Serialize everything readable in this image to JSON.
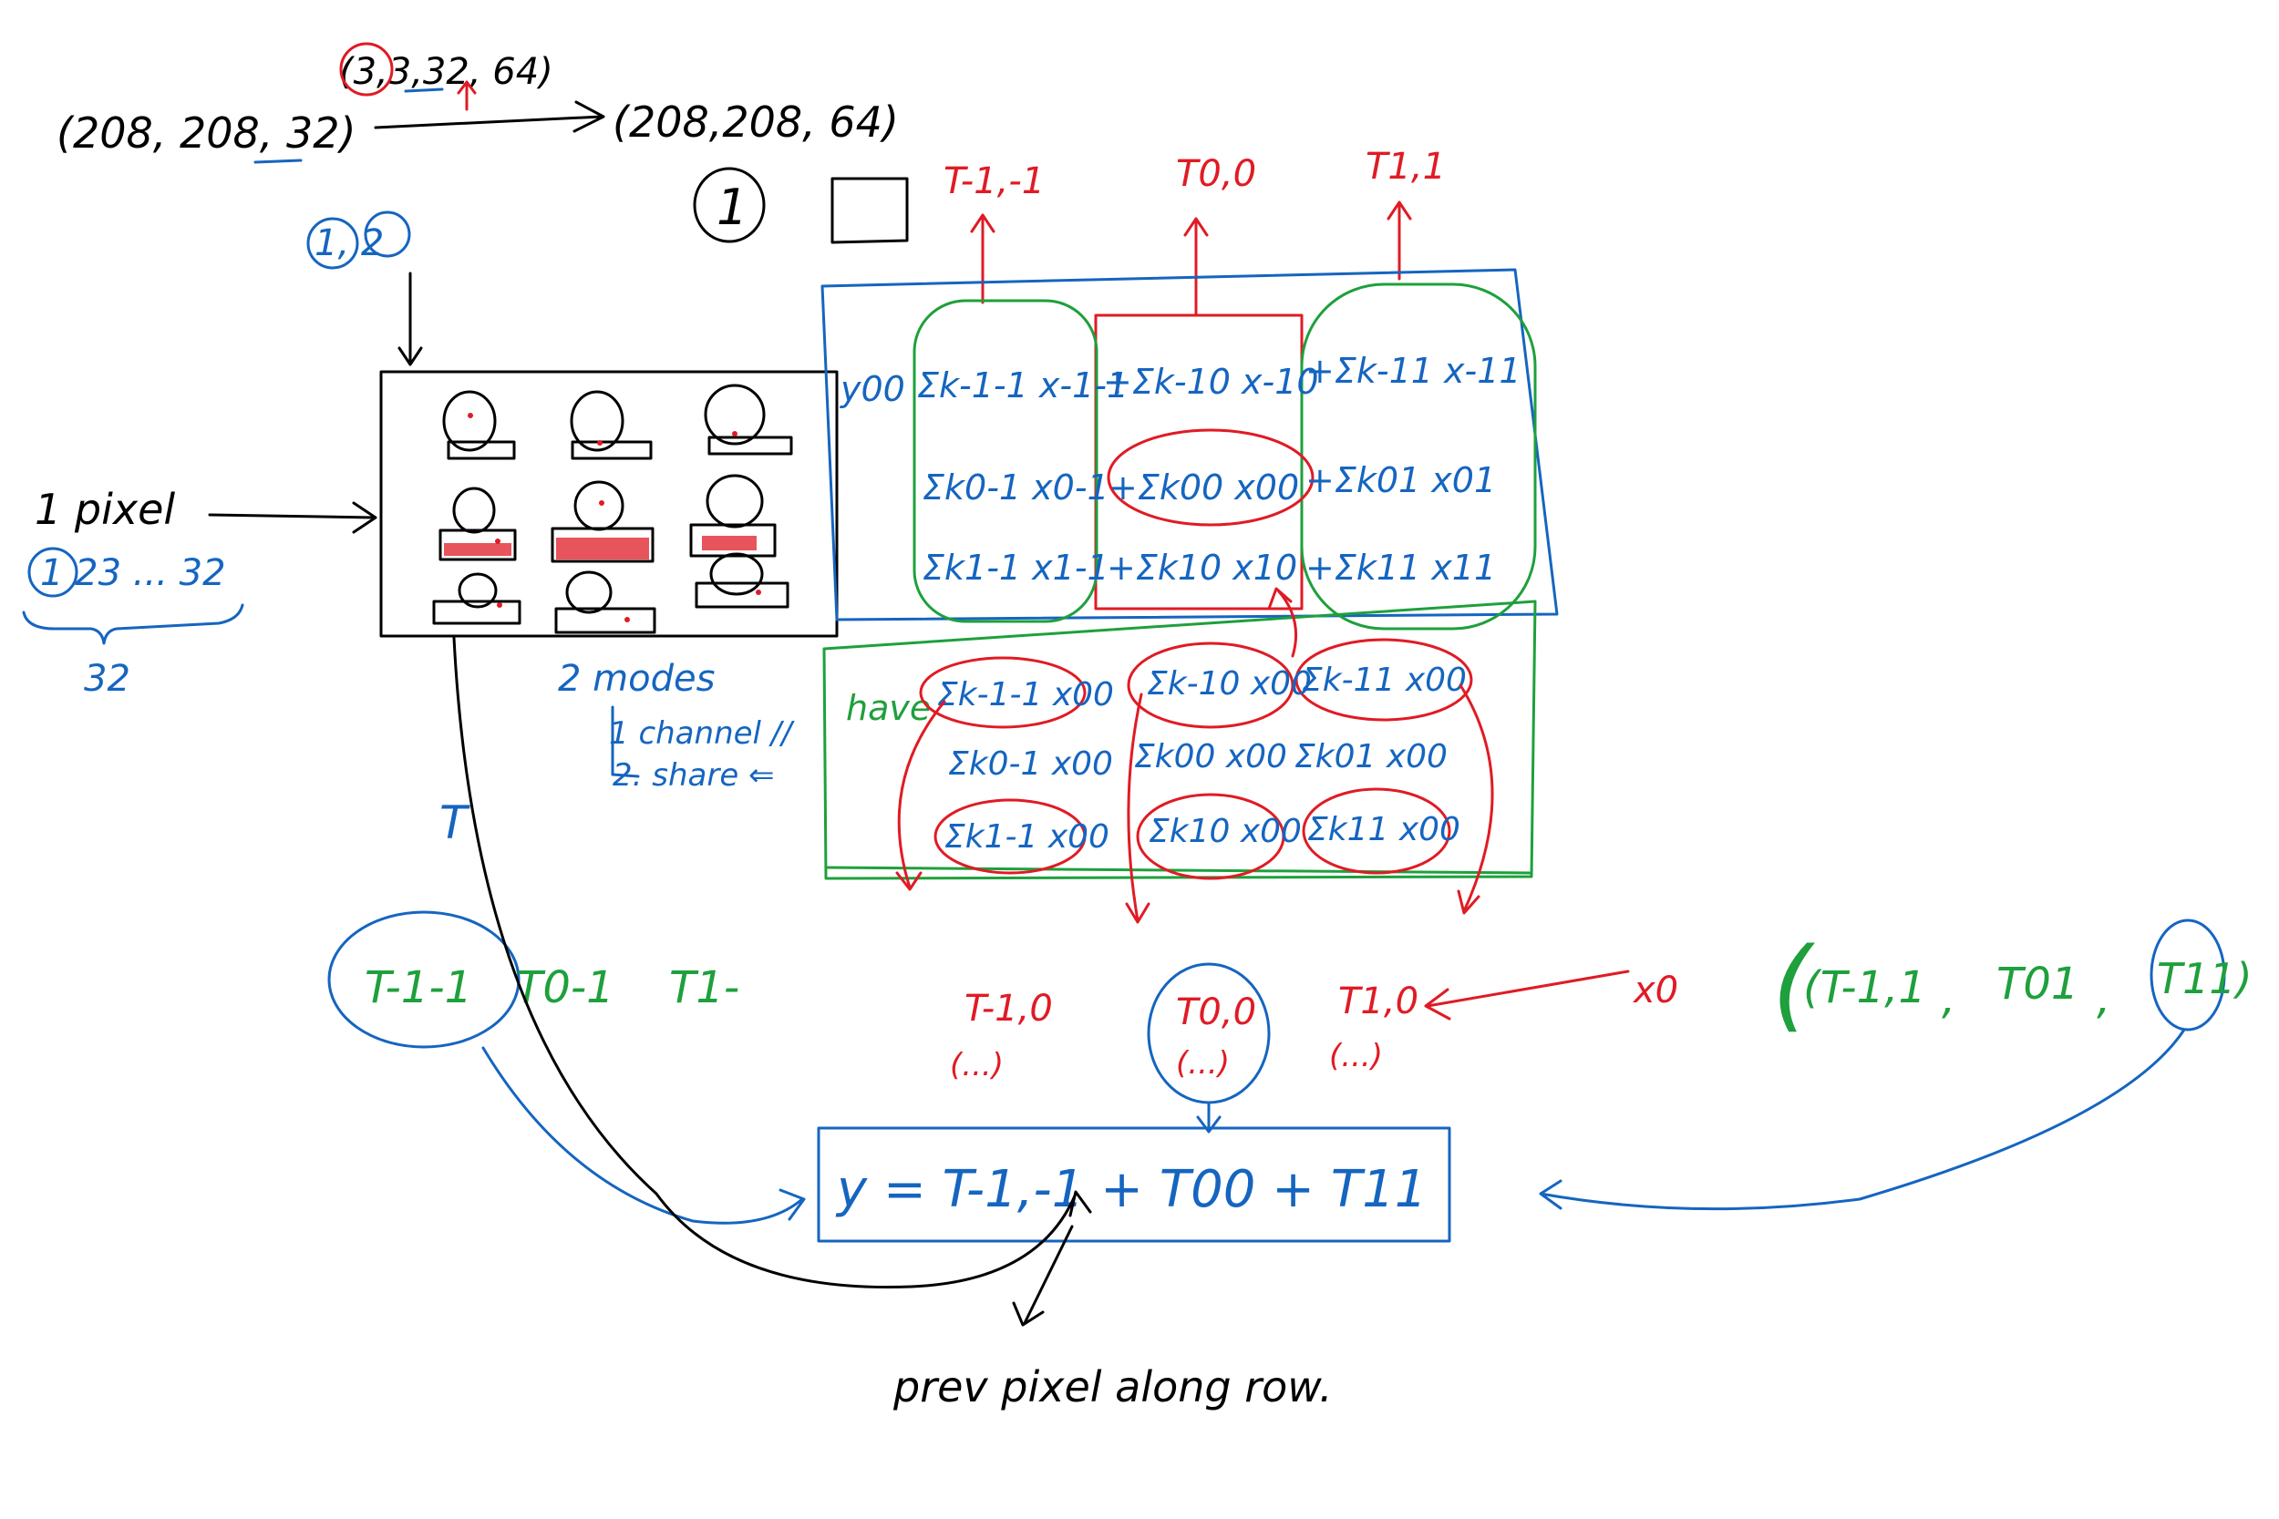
{
  "colors": {
    "black": "#000000",
    "blue": "#1565c0",
    "red": "#e01b24",
    "green": "#1ea03c",
    "background": "#ffffff"
  },
  "shapes": {
    "input": "(208, 208, 32)",
    "kernel": "(3,3,32, 64)",
    "output": "(208,208, 64)"
  },
  "markers": {
    "circle_one": "1",
    "modes_ref": "1, 2"
  },
  "pixel_note": {
    "label": "1 pixel",
    "channels": "1 23 ... 32",
    "count": "32"
  },
  "modes_note": {
    "title": "2 modes",
    "item_1": "1 channel //",
    "item_2": "2. share ⇐"
  },
  "t_letter": "T",
  "top_outputs": [
    "T-1,-1",
    "T0,0",
    "T1,1"
  ],
  "y00_block": {
    "label": "y00",
    "row1": [
      "Σk-1-1 x-1-1",
      "+Σk-10 x-10",
      "+Σk-11 x-11"
    ],
    "row2": [
      "Σk0-1 x0-1",
      "+Σk00 x00",
      "+Σk01 x01"
    ],
    "row3": [
      "Σk1-1 x1-1",
      "+Σk10 x10",
      "+Σk11 x11"
    ]
  },
  "have_block": {
    "label": "have",
    "row1": [
      "Σk-1-1 x00",
      "Σk-10 x00",
      "Σk-11 x00"
    ],
    "row2": [
      "Σk0-1 x00",
      "Σk00 x00",
      "Σk01 x00"
    ],
    "row3": [
      "Σk1-1 x00",
      "Σk10 x00",
      "Σk11 x00"
    ]
  },
  "t_row": {
    "items": [
      "T-1,0",
      "T0,0",
      "T1,0"
    ],
    "dots": "(...)",
    "x0_label": "x0"
  },
  "left_terms": [
    "T-1-1",
    "T0-1",
    "T1-"
  ],
  "right_terms": [
    "(T-1,1",
    ",",
    "T01",
    ",",
    "T11)"
  ],
  "equation": "y = T-1,-1 + T00 + T11",
  "bottom_note": "prev pixel along row."
}
